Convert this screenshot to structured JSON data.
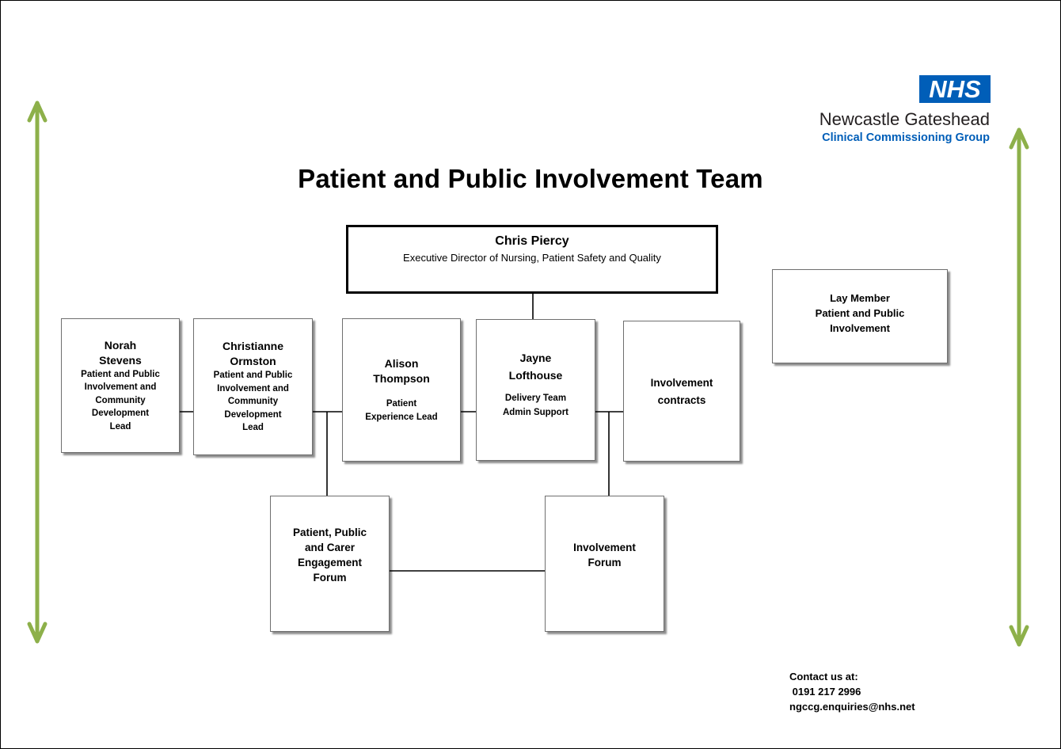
{
  "title": "Patient and Public Involvement Team",
  "logo": {
    "badge": "NHS",
    "org_name": "Newcastle Gateshead",
    "org_subtitle": "Clinical Commissioning Group",
    "badge_color": "#005eb8"
  },
  "director": {
    "name": "Chris Piercy",
    "role": "Executive Director of Nursing, Patient Safety and Quality"
  },
  "lay_member": {
    "lines": [
      "Lay Member",
      "Patient and Public",
      "Involvement"
    ]
  },
  "team": [
    {
      "name_lines": [
        "Norah",
        "Stevens"
      ],
      "role_lines": [
        "Patient and Public",
        "Involvement and",
        "Community",
        "Development",
        "Lead"
      ]
    },
    {
      "name_lines": [
        "Christianne",
        "Ormston"
      ],
      "role_lines": [
        "Patient and Public",
        "Involvement and",
        "Community",
        "Development",
        "Lead"
      ]
    },
    {
      "name_lines": [
        "Alison",
        "Thompson"
      ],
      "role_lines": [
        "Patient",
        "Experience Lead"
      ]
    },
    {
      "name_lines": [
        "Jayne",
        "Lofthouse"
      ],
      "role_lines": [
        "Delivery Team",
        "Admin Support"
      ]
    },
    {
      "name_lines": [
        "Involvement",
        "contracts"
      ],
      "role_lines": []
    }
  ],
  "forums": [
    {
      "lines": [
        "Patient, Public",
        "and Carer",
        "Engagement",
        "Forum"
      ]
    },
    {
      "lines": [
        "Involvement",
        "Forum"
      ]
    }
  ],
  "contact": {
    "heading": "Contact us at:",
    "phone": " 0191 217 2996",
    "email": "ngccg.enquiries@nhs.net"
  },
  "colors": {
    "arrow_green": "#8db04a",
    "connector": "#000000"
  },
  "icons": [
    "double-headed-arrow-icon",
    "double-headed-arrow-icon"
  ]
}
